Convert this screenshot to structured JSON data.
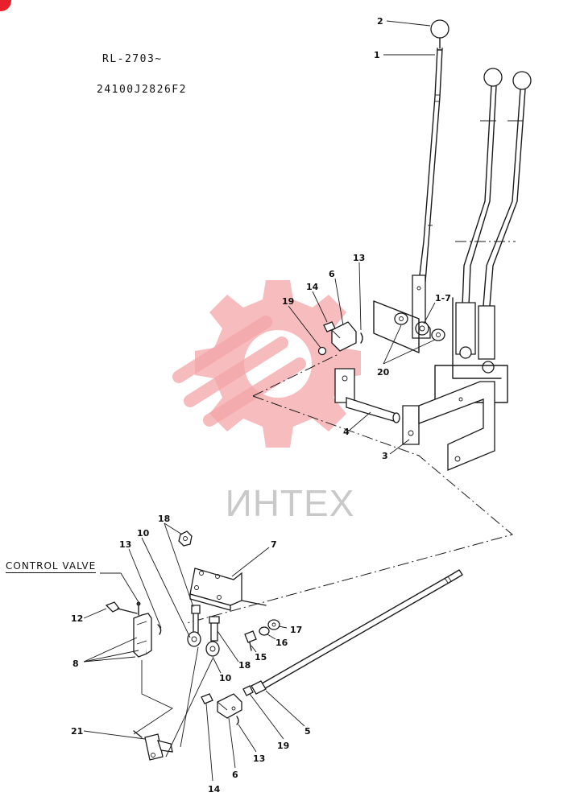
{
  "header": {
    "model_range": "RL-2703~",
    "part_number": "24100J2826F2"
  },
  "watermark": {
    "text": "ИНТЕХ",
    "logo_color": "#f4a6a8",
    "text_color": "#c9c9c9"
  },
  "labels": {
    "control_valve": "CONTROL VALVE"
  },
  "callouts": {
    "c2": "2",
    "c1": "1",
    "c13a": "13",
    "c6a": "6",
    "c14a": "14",
    "c1_7": "1-7",
    "c19a": "19",
    "c20": "20",
    "c4": "4",
    "c3": "3",
    "c18a": "18",
    "c10a": "10",
    "c13b": "13",
    "c7": "7",
    "c12": "12",
    "c17": "17",
    "c16": "16",
    "c15": "15",
    "c18b": "18",
    "c10b": "10",
    "c8": "8",
    "c5": "5",
    "c19b": "19",
    "c13c": "13",
    "c21": "21",
    "c6b": "6",
    "c14b": "14"
  }
}
